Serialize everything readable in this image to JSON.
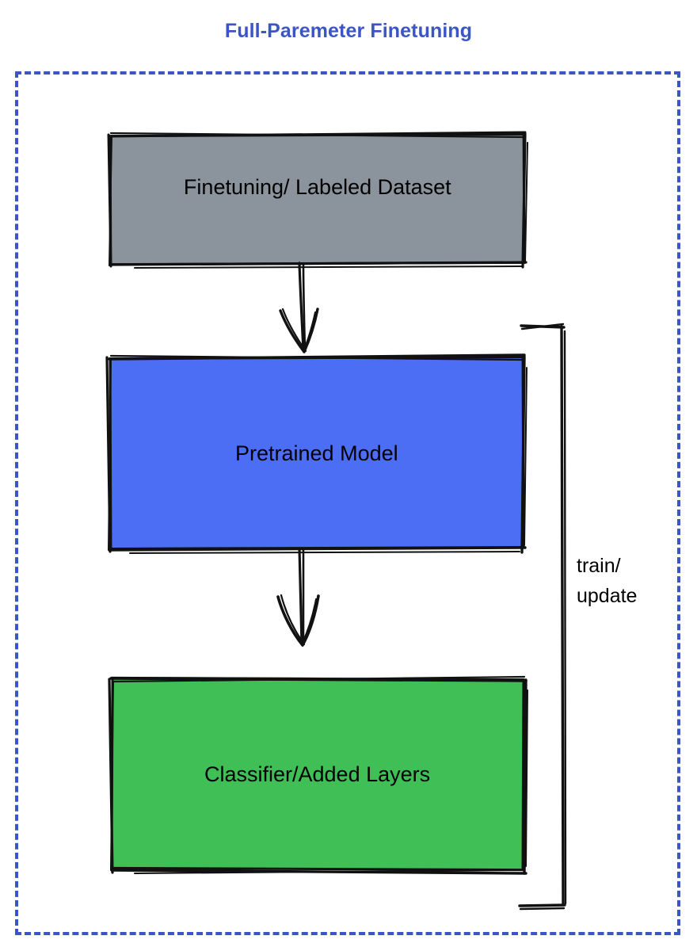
{
  "diagram": {
    "title": "Full-Paremeter Finetuning",
    "title_color": "#3B55C4",
    "frame": {
      "style": "dashed",
      "color": "#3B55C4"
    },
    "nodes": [
      {
        "id": "dataset",
        "label": "Finetuning/ Labeled Dataset",
        "fill": "#8B939C",
        "stroke": "#111111",
        "shape": "rectangle"
      },
      {
        "id": "pretrained",
        "label": "Pretrained Model",
        "fill": "#4C6EF5",
        "stroke": "#111111",
        "shape": "rectangle"
      },
      {
        "id": "classifier",
        "label": "Classifier/Added Layers",
        "fill": "#3FBF55",
        "stroke": "#111111",
        "shape": "rectangle"
      }
    ],
    "edges": [
      {
        "id": "dataset-to-pretrained",
        "from": "dataset",
        "to": "pretrained",
        "label": "",
        "arrow": "down"
      },
      {
        "id": "pretrained-to-classifier",
        "from": "pretrained",
        "to": "classifier",
        "label": "",
        "arrow": "down"
      },
      {
        "id": "feedback-loop",
        "from": "classifier",
        "to": "pretrained",
        "label": "train/\nupdate",
        "label_line1": "train/",
        "label_line2": "update",
        "arrow": "bracket"
      }
    ]
  }
}
